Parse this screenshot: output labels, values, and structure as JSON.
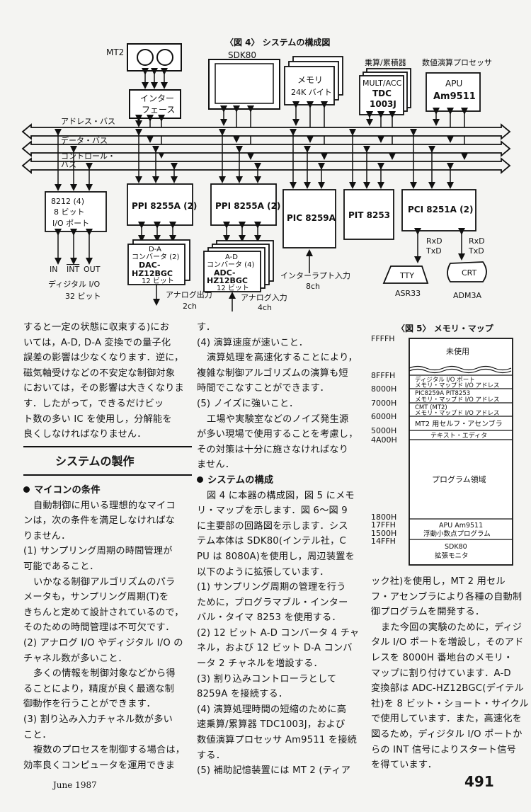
{
  "fig4": {
    "caption": "〈図 4〉 システムの構成図",
    "mt2": "MT2",
    "sdk80": "SDK80",
    "iface": [
      "インター",
      "フェース"
    ],
    "memory": [
      "メモリ",
      "24K バイト"
    ],
    "mult_hdr": "乗算/累積器",
    "mult": [
      "MULT/ACC",
      "TDC",
      "1003J"
    ],
    "apu_hdr": "数値演算プロセッサ",
    "apu": [
      "APU",
      "Am9511"
    ],
    "bus_addr": "アドレス・バス",
    "bus_data": "データ・バス",
    "bus_ctrl": [
      "コントロール・",
      "バス"
    ],
    "b8212": [
      "8212 (4)",
      "8 ビット",
      "I/O ポート"
    ],
    "ppi1": "PPI 8255A (2)",
    "ppi2": "PPI 8255A (2)",
    "pic": "PIC 8259A",
    "pit": "PIT 8253",
    "pci": "PCI 8251A (2)",
    "io_in": "IN",
    "io_int": "INT",
    "io_out": "OUT",
    "dio": [
      "ディジタル I/O",
      "32 ビット"
    ],
    "dac": [
      "D-A",
      "コンバータ (2)",
      "DAC-",
      "HZ12BGC",
      "12 ビット"
    ],
    "adc": [
      "A-D",
      "コンバータ (4)",
      "ADC-",
      "HZ12BGC",
      "12 ビット"
    ],
    "aout": [
      "アナログ出力",
      "2ch"
    ],
    "ain": [
      "アナログ入力",
      "4ch"
    ],
    "irq": [
      "インターラプト入力",
      "8ch"
    ],
    "rxtx1": [
      "RxD",
      "TxD"
    ],
    "rxtx2": [
      "RxD",
      "TxD"
    ],
    "tty": "TTY",
    "asr": "ASR33",
    "crt": "CRT",
    "adm": "ADM3A"
  },
  "fig5": {
    "caption": "〈図 5〉 メモリ・マップ",
    "addrs": [
      "FFFFH",
      "8FFFH",
      "8000H",
      "7000H",
      "6000H",
      "5000H",
      "4A00H",
      "1800H",
      "17FFH",
      "1500H",
      "14FFH"
    ],
    "unused": "未使用",
    "r8_1": "ディジタル I/O ポート",
    "r8_2": "メモリ・マップド I/O アドレス",
    "r7_1": "PIC8259A PIT8253",
    "r7_2": "メモリ・マップド I/O アドレス",
    "r6_1": "CMT (MT2)",
    "r6_2": "メモリ・マップド I/O アドレス",
    "r5": "MT2 用セルフ・アセンブラ",
    "r4": "テキスト・エディタ",
    "prog": "プログラム領域",
    "apu_1": "APU Am9511",
    "apu_2": "浮動小数点プログラム",
    "sdk_1": "SDK80",
    "sdk_2": "拡張モニタ"
  },
  "col1": {
    "lines": [
      "すると一定の状態に収束する)にお",
      "いては，A-D, D-A 変換での量子化",
      "誤差の影響は少なくなります．逆に，",
      "磁気軸受けなどの不安定な制御対象",
      "においては，その影響は大きくなりま",
      "す．したがって，できるだけビッ",
      "ト数の多い IC を使用し，分解能を",
      "良くしなければなりません．"
    ],
    "heading": "システムの製作",
    "sub1": "マイコンの条件",
    "lines2": [
      "自動制御に用いる理想的なマイコ",
      "ンは，次の条件を満足しなければな",
      "りません．",
      "(1) サンプリング周期の時間管理が",
      "可能であること．",
      "いかなる制御アルゴリズムのパラ",
      "メータも，サンプリング周期(T)を",
      "きちんと定めて設計されているので，",
      "そのための時間管理は不可欠です．",
      "(2) アナログ I/O やディジタル I/O の",
      "チャネル数が多いこと．",
      "多くの情報を制御対象などから得",
      "ることにより，精度が良く最適な制",
      "御動作を行うことができます．",
      "(3) 割り込み入力チャネル数が多い",
      "こと．",
      "複数のプロセスを制御する場合は，",
      "効率良くコンピュータを運用できま"
    ]
  },
  "col2": {
    "lines": [
      "す．",
      "(4) 演算速度が速いこと．",
      "演算処理を高速化することにより，",
      "複雑な制御アルゴリズムの演算も短",
      "時間でこなすことができます．",
      "(5) ノイズに強いこと．",
      "工場や実験室などのノイズ発生源",
      "が多い現場で使用することを考慮し，",
      "その対策は十分に施さなければなり",
      "ません．"
    ],
    "sub": "システムの構成",
    "lines2": [
      "図 4 に本器の構成図，図 5 にメモ",
      "リ・マップを示します．図 6～図 9",
      "に主要部の回路図を示します．シス",
      "テム本体は SDK80(インテル社，C",
      "PU は 8080A)を使用し，周辺装置を",
      "以下のように拡張しています．",
      "(1) サンプリング周期の管理を行う",
      "ために，プログラマブル・インター",
      "バル・タイマ 8253 を使用する．",
      "(2) 12 ビット A-D コンバータ 4 チャ",
      "ネル，および 12 ビット D-A コンバ",
      "ータ 2 チャネルを増設する．",
      "(3) 割り込みコントローラとして",
      "8259A を接続する．",
      "(4) 演算処理時間の短縮のために高",
      "速乗算/累算器 TDC1003J，および",
      "数値演算プロセッサ Am9511 を接続",
      "する．",
      "(5) 補助記憶装置には MT 2 (ティア"
    ]
  },
  "col3": {
    "lines": [
      "ック社)を使用し，MT 2 用セル",
      "フ・アセンブラにより各種の自動制",
      "御プログラムを開発する．",
      "また今回の実験のために，ディジ",
      "タル I/O ポートを増設し，そのアド",
      "レスを 8000H 番地台のメモリ・",
      "マップに割り付けています．A-D",
      "変換部は ADC-HZ12BGC(デイテル",
      "社)を 8 ビット・ショート・サイクル",
      "で使用しています．また，高速化を",
      "図るため，ディジタル I/O ポートか",
      "らの INT 信号によりスタート信号",
      "を得ています．"
    ]
  },
  "footer": {
    "date": "June 1987",
    "page": "491"
  }
}
